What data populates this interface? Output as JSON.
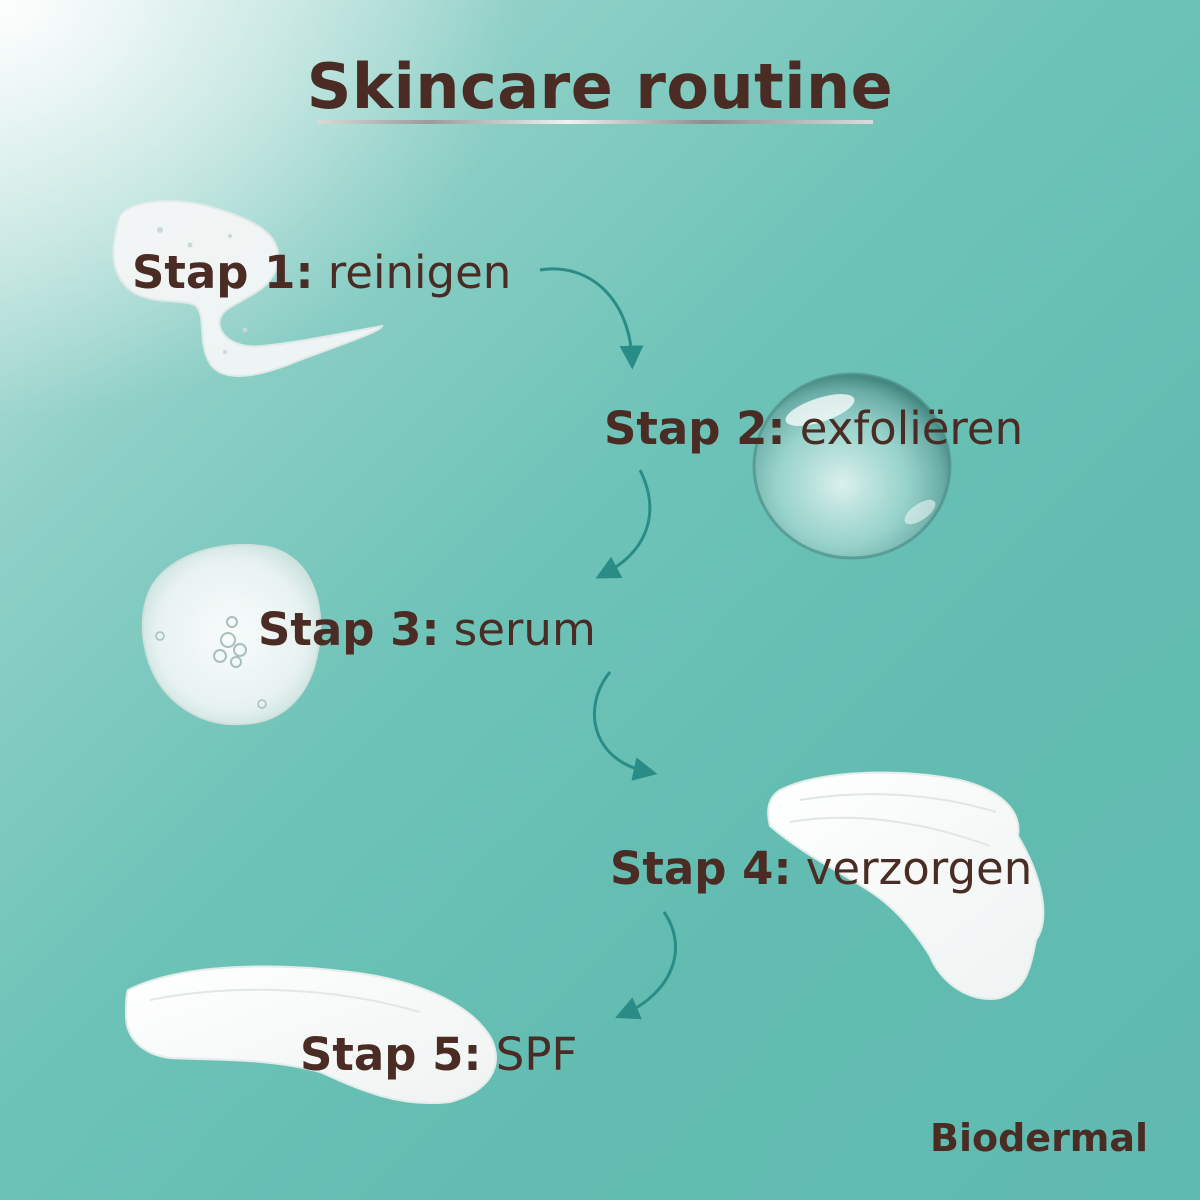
{
  "title": "Skincare routine",
  "steps": [
    {
      "label": "Stap 1:",
      "text": "reinigen"
    },
    {
      "label": "Stap 2:",
      "text": "exfoliëren"
    },
    {
      "label": "Stap 3:",
      "text": "serum"
    },
    {
      "label": "Stap 4:",
      "text": "verzorgen"
    },
    {
      "label": "Stap 5:",
      "text": "SPF"
    }
  ],
  "brand": "Biodermal",
  "colors": {
    "text": "#4a2c24",
    "arrow": "#2a8c86",
    "background": "#62bcb1"
  },
  "icons": [
    "gel-swatch-icon",
    "water-droplet-icon",
    "serum-drop-icon",
    "cream-swipe-icon",
    "cream-smear-icon",
    "curved-arrow-icon"
  ]
}
